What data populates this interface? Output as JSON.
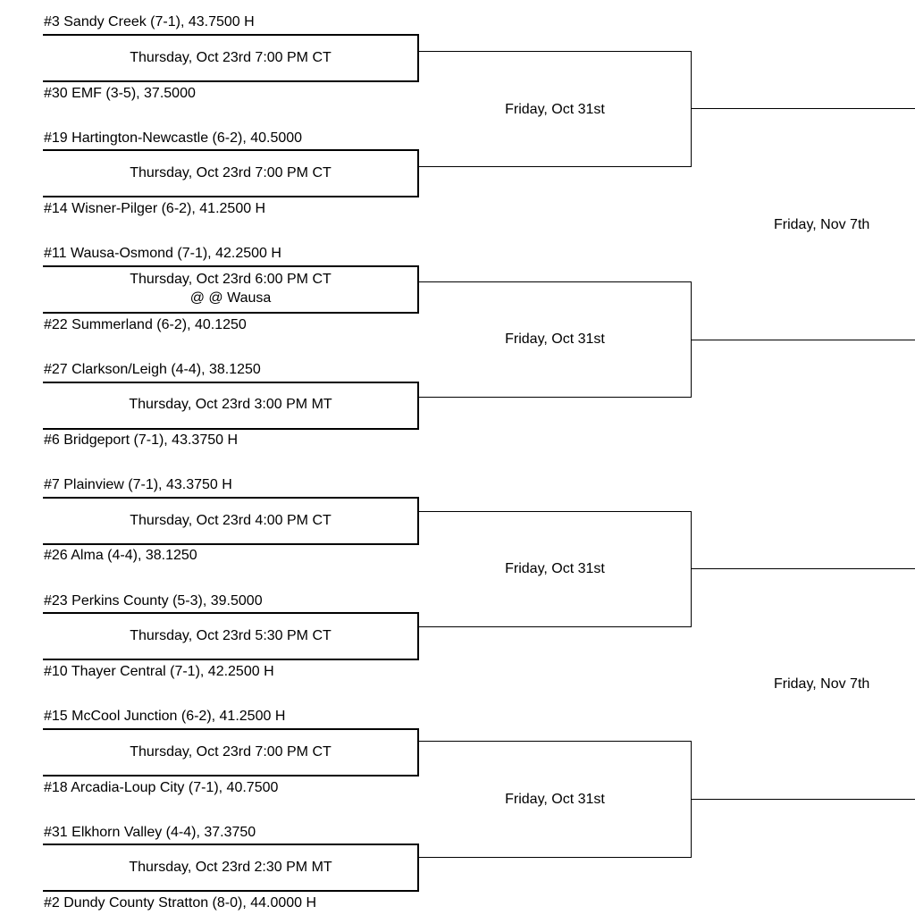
{
  "first_round": [
    {
      "top_team": "#3 Sandy Creek (7-1), 43.7500 H",
      "bottom_team": "#30 EMF (3-5), 37.5000",
      "game_time": "Thursday, Oct 23rd 7:00 PM CT",
      "site": ""
    },
    {
      "top_team": "#19 Hartington-Newcastle (6-2), 40.5000",
      "bottom_team": "#14 Wisner-Pilger (6-2), 41.2500 H",
      "game_time": "Thursday, Oct 23rd 7:00 PM CT",
      "site": ""
    },
    {
      "top_team": "#11 Wausa-Osmond (7-1), 42.2500 H",
      "bottom_team": "#22 Summerland (6-2), 40.1250",
      "game_time": "Thursday, Oct 23rd 6:00 PM CT",
      "site": "@ @ Wausa"
    },
    {
      "top_team": "#27 Clarkson/Leigh (4-4), 38.1250",
      "bottom_team": "#6 Bridgeport (7-1), 43.3750 H",
      "game_time": "Thursday, Oct 23rd 3:00 PM MT",
      "site": ""
    },
    {
      "top_team": "#7 Plainview (7-1), 43.3750 H",
      "bottom_team": "#26 Alma (4-4), 38.1250",
      "game_time": "Thursday, Oct 23rd 4:00 PM CT",
      "site": ""
    },
    {
      "top_team": "#23 Perkins County (5-3), 39.5000",
      "bottom_team": "#10 Thayer Central (7-1), 42.2500 H",
      "game_time": "Thursday, Oct 23rd 5:30 PM CT",
      "site": ""
    },
    {
      "top_team": "#15 McCool Junction (6-2), 41.2500 H",
      "bottom_team": "#18 Arcadia-Loup City (7-1), 40.7500",
      "game_time": "Thursday, Oct 23rd 7:00 PM CT",
      "site": ""
    },
    {
      "top_team": "#31 Elkhorn Valley (4-4), 37.3750",
      "bottom_team": "#2 Dundy County Stratton (8-0), 44.0000 H",
      "game_time": "Thursday, Oct 23rd 2:30 PM MT",
      "site": ""
    }
  ],
  "second_round": [
    {
      "date": "Friday, Oct 31st"
    },
    {
      "date": "Friday, Oct 31st"
    },
    {
      "date": "Friday, Oct 31st"
    },
    {
      "date": "Friday, Oct 31st"
    }
  ],
  "third_round": [
    {
      "date": "Friday, Nov 7th"
    },
    {
      "date": "Friday, Nov 7th"
    }
  ]
}
